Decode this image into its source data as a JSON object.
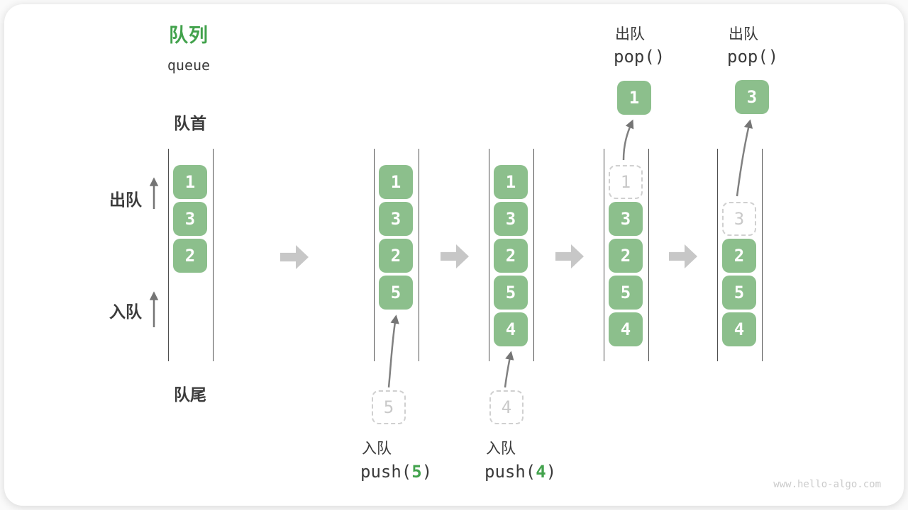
{
  "title": {
    "zh": "队列",
    "en": "queue"
  },
  "side_labels": {
    "front": "队首",
    "rear": "队尾",
    "dequeue": "出队",
    "enqueue": "入队"
  },
  "colors": {
    "accent_green": "#42A24C",
    "cell_green": "#8CBF8C",
    "transition_arrow": "#C7C7C7",
    "ghost_gray": "#C9C9C9",
    "line_gray": "#4F4F4F"
  },
  "icons": {
    "transition": "arrow-right-icon",
    "flow": "arrow-up-icon"
  },
  "states": [
    {
      "items": [
        "1",
        "3",
        "2"
      ]
    },
    {
      "items": [
        "1",
        "3",
        "2",
        "5"
      ],
      "ghost": "5"
    },
    {
      "items": [
        "1",
        "3",
        "2",
        "5",
        "4"
      ],
      "ghost": "4"
    },
    {
      "items": [
        "3",
        "2",
        "5",
        "4"
      ],
      "ghost": "1",
      "popped": "1"
    },
    {
      "items": [
        "2",
        "5",
        "4"
      ],
      "ghost": "3",
      "popped": "3"
    }
  ],
  "annotations": {
    "push5": {
      "label": "入队",
      "code_open": "push(",
      "arg": "5",
      "code_close": ")"
    },
    "push4": {
      "label": "入队",
      "code_open": "push(",
      "arg": "4",
      "code_close": ")"
    },
    "pop1": {
      "label": "出队",
      "code": "pop()"
    },
    "pop2": {
      "label": "出队",
      "code": "pop()"
    }
  },
  "watermark": "www.hello-algo.com"
}
